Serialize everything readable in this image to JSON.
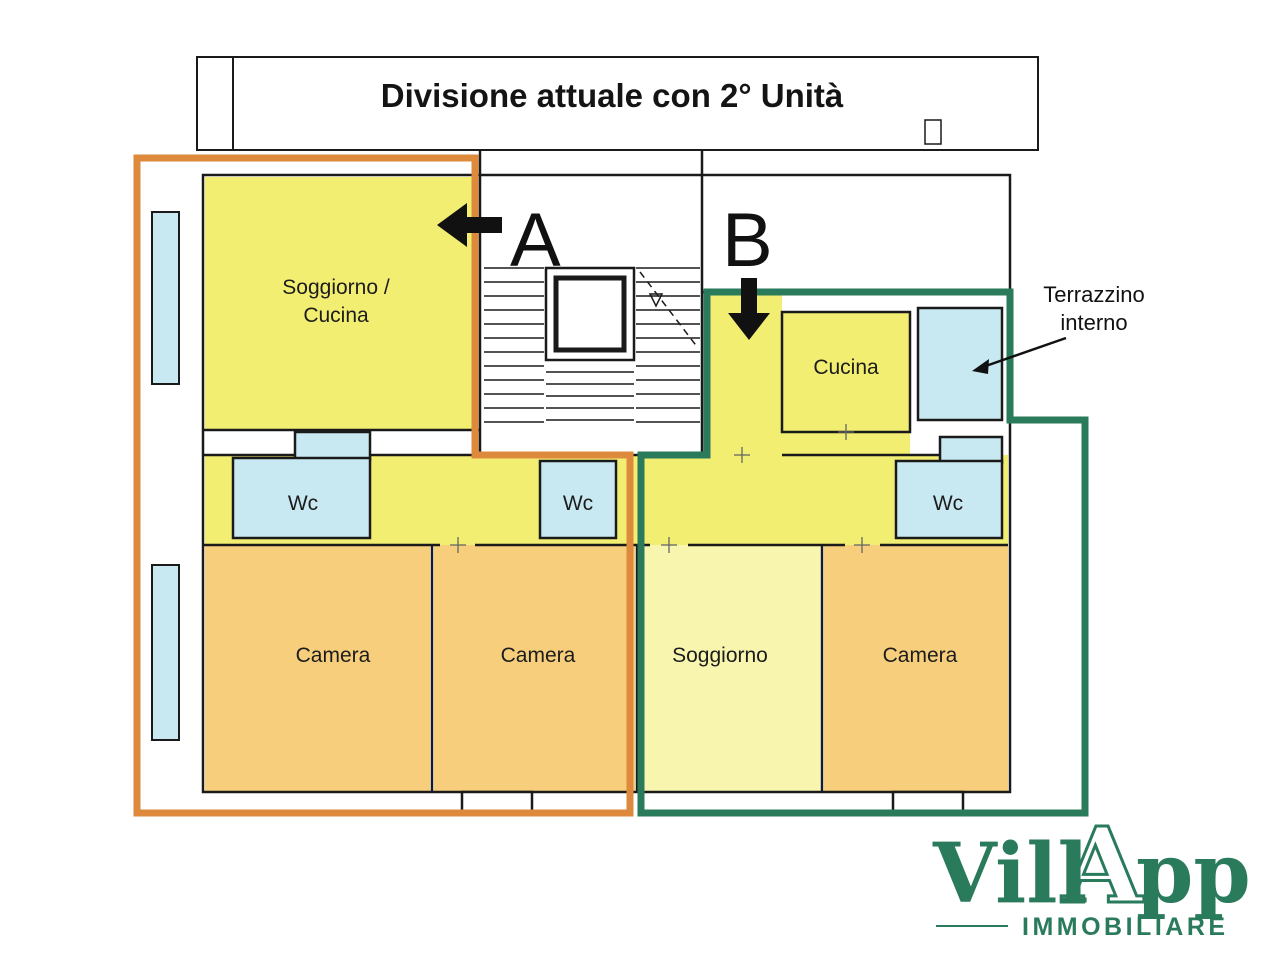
{
  "title": "Divisione attuale con 2° Unità",
  "units": {
    "a": {
      "label": "A"
    },
    "b": {
      "label": "B"
    }
  },
  "rooms": {
    "soggiorno_cucina": {
      "line1": "Soggiorno /",
      "line2": "Cucina"
    },
    "cucina": "Cucina",
    "wc_left": "Wc",
    "wc_middle": "Wc",
    "wc_right": "Wc",
    "camera_left": "Camera",
    "camera_middle": "Camera",
    "camera_right": "Camera",
    "soggiorno": "Soggiorno"
  },
  "annotations": {
    "terrazzino": {
      "line1": "Terrazzino",
      "line2": "interno"
    }
  },
  "logo": {
    "part1": "Vill",
    "part2": "A",
    "part3": "pp",
    "subtitle": "IMMOBILIARE"
  },
  "colors": {
    "unit_a_outline": "#DD8A3D",
    "unit_b_outline": "#2A7A5C",
    "room_yellow": "#F2EE72",
    "room_pale_yellow": "#F8F5AE",
    "room_tan": "#F7CF7C",
    "room_blue": "#C9E9F2",
    "wall": "#1A1A1A",
    "logo_green": "#2A7A5C"
  }
}
